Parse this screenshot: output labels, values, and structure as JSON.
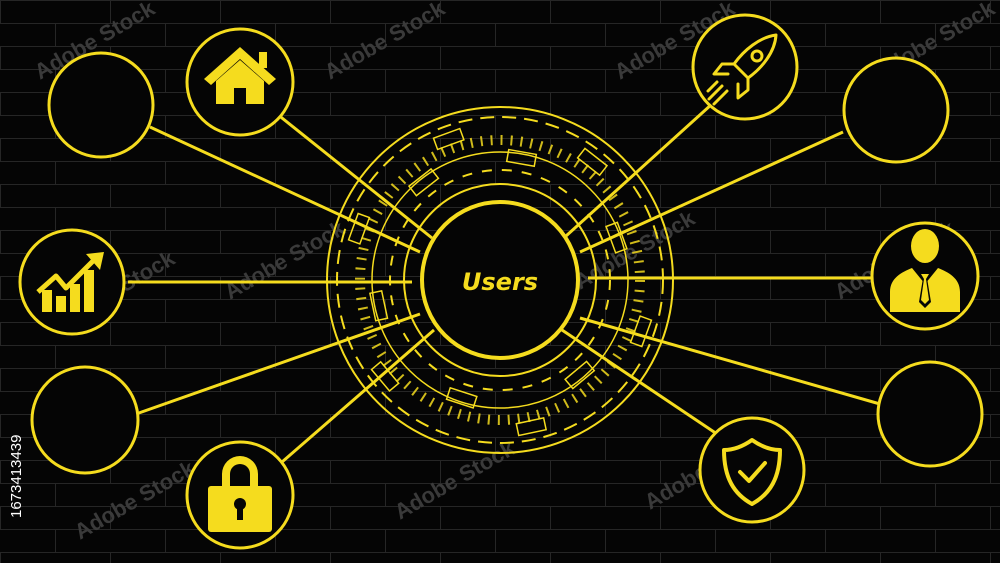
{
  "colors": {
    "accent": "#f5dc1e",
    "background": "#050505",
    "brick": "#2e2e2e"
  },
  "hub": {
    "label": "Users"
  },
  "satellites": [
    {
      "name": "home",
      "icon": "home-icon"
    },
    {
      "name": "rocket",
      "icon": "rocket-icon"
    },
    {
      "name": "empty-top-left",
      "icon": ""
    },
    {
      "name": "empty-top-right",
      "icon": ""
    },
    {
      "name": "growth",
      "icon": "growth-chart-icon"
    },
    {
      "name": "businessman",
      "icon": "businessman-icon"
    },
    {
      "name": "empty-bottom-left",
      "icon": ""
    },
    {
      "name": "empty-bottom-right",
      "icon": ""
    },
    {
      "name": "lock",
      "icon": "padlock-icon"
    },
    {
      "name": "shield",
      "icon": "shield-check-icon"
    }
  ],
  "watermark": {
    "text": "Adobe Stock"
  },
  "stock_id": "1673413439"
}
